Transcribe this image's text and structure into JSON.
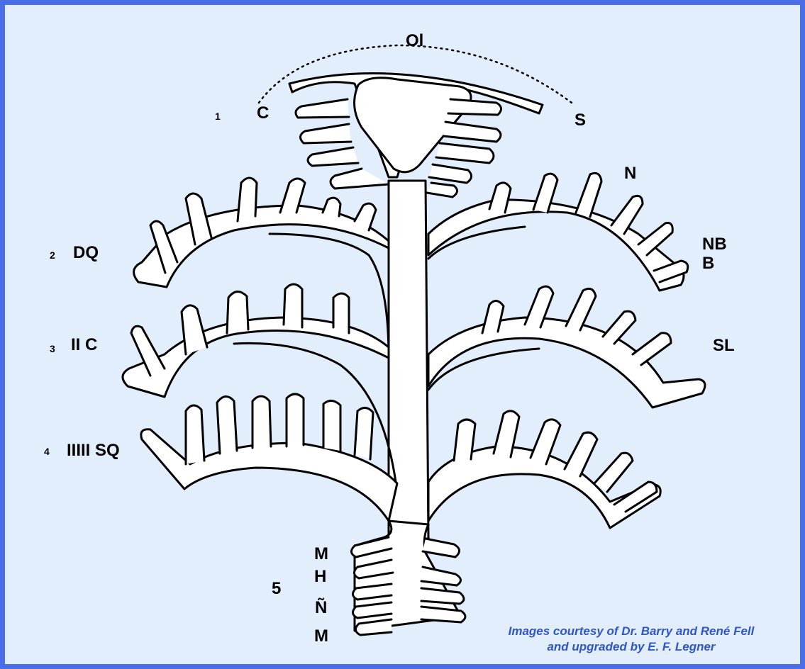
{
  "labels": {
    "ol": "Ol",
    "c_top": "C",
    "s_top": "S",
    "n": "N",
    "nb": "NB",
    "b": "B",
    "dq": "DQ",
    "ii_c": "II C",
    "sl": "SL",
    "iiiii_sq": "IIIII SQ",
    "m1": "M",
    "h": "H",
    "n_tilde": "Ñ",
    "m2": "M"
  },
  "numbers": {
    "n1": "1",
    "n2": "2",
    "n3": "3",
    "n4": "4",
    "n5": "5"
  },
  "credit": {
    "line1": "Images courtesy of Dr. Barry and René Fell",
    "line2": "and upgraded by E. F. Legner"
  },
  "colors": {
    "border": "#4a6ee8",
    "background": "#e3eefc",
    "credit_text": "#2f56c8",
    "outline": "#000000",
    "fill": "#ffffff"
  }
}
